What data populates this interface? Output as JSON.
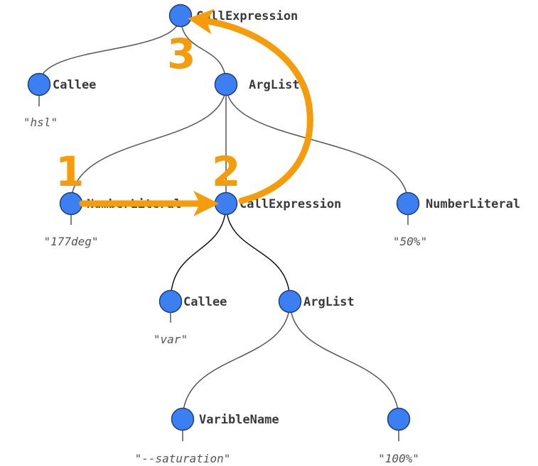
{
  "colors": {
    "node_fill": "#3b7ff2",
    "node_stroke": "#1f3f7a",
    "edge": "#555555",
    "edge_highlight": "#111111",
    "arrow": "#f59c0c"
  },
  "nodes": {
    "root": {
      "label": "CallExpression"
    },
    "callee_top": {
      "label": "Callee",
      "value": "\"hsl\""
    },
    "arglist_top": {
      "label": "ArgList"
    },
    "number_literal_left": {
      "label": "NumberLiteral",
      "value": "\"177deg\""
    },
    "call_expression_mid": {
      "label": "CallExpression"
    },
    "number_literal_right": {
      "label": "NumberLiteral",
      "value": "\"50%\""
    },
    "callee_bottom": {
      "label": "Callee",
      "value": "\"var\""
    },
    "arglist_bottom": {
      "label": "ArgList"
    },
    "variable_name": {
      "label": "VaribleName",
      "value": "\"--saturation\""
    },
    "number_literal_bottom": {
      "label": "",
      "value": "\"100%\""
    }
  },
  "steps": {
    "one": "1",
    "two": "2",
    "three": "3"
  }
}
